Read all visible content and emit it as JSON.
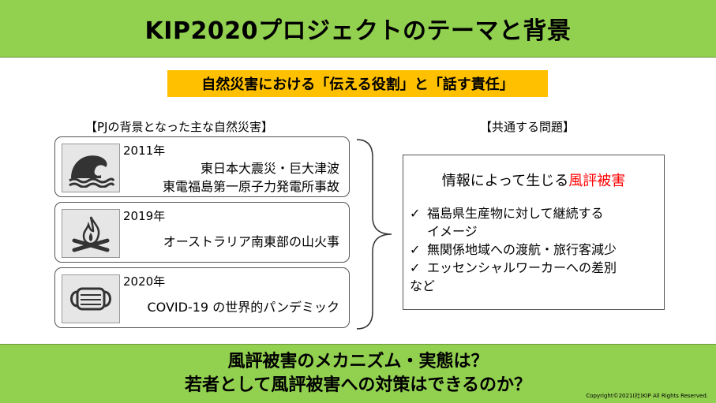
{
  "title": "KIP2020プロジェクトのテーマと背景",
  "theme": "自然災害における「伝える役割」と「話す責任」",
  "background_label": "【PJの背景となった主な自然災害】",
  "common_label": "【共通する問題】",
  "disasters": [
    {
      "year": "2011年",
      "line1": "東日本大震災・巨大津波",
      "line2": "東電福島第一原子力発電所事故",
      "icon": "tsunami-wave-icon"
    },
    {
      "year": "2019年",
      "line1": "オーストラリア南東部の山火事",
      "icon": "campfire-icon"
    },
    {
      "year": "2020年",
      "line1": "COVID-19 の世界的パンデミック",
      "icon": "face-mask-icon"
    }
  ],
  "issue": {
    "title_prefix": "情報によって生じる",
    "title_highlight": "風評被害",
    "items": [
      {
        "line1": "福島県生産物に対して継続する",
        "line2": "イメージ"
      },
      {
        "line1": "無関係地域への渡航・旅行客減少"
      },
      {
        "line1": "エッセンシャルワーカーへの差別",
        "line2": "など"
      }
    ],
    "check": "✓"
  },
  "questions": [
    "風評被害のメカニズム・実態は？",
    "若者として風評被害への対策はできるのか？"
  ],
  "copyright": "Copyright©2021(社)KIP All Rights Reserved.",
  "colors": {
    "green": "#92d050",
    "orange": "#ffc000",
    "red": "#ff0000"
  }
}
